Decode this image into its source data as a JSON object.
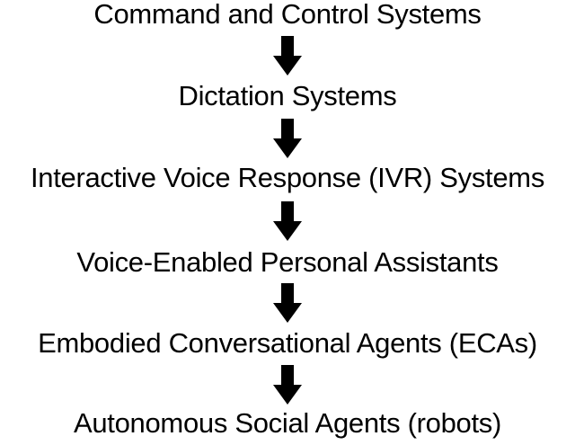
{
  "diagram": {
    "steps": [
      "Command and Control Systems",
      "Dictation Systems",
      "Interactive Voice Response (IVR) Systems",
      "Voice-Enabled Personal Assistants",
      "Embodied Conversational Agents (ECAs)",
      "Autonomous Social Agents (robots)"
    ],
    "arrow_icon": "arrow-down-icon",
    "arrow_color": "#000000"
  }
}
